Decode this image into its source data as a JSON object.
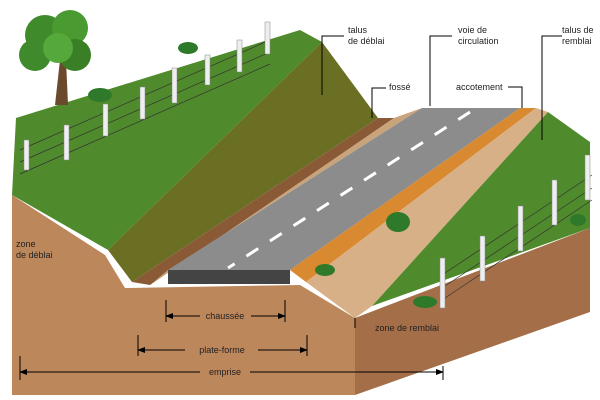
{
  "title": "Profil en travers d'une route",
  "labels": {
    "talus_deblai_1": "talus",
    "talus_deblai_2": "de déblai",
    "voie_1": "voie de",
    "voie_2": "circulation",
    "talus_remblai_1": "talus de",
    "talus_remblai_2": "remblai",
    "fosse": "fossé",
    "accotement": "accotement",
    "zone_deblai_1": "zone",
    "zone_deblai_2": "de déblai",
    "zone_remblai": "zone de remblai",
    "chaussee": "chaussée",
    "plate_forme": "plate-forme",
    "emprise": "emprise"
  },
  "colors": {
    "grass": "#4f8a2c",
    "slope": "#6b6f24",
    "soil_front": "#bd875c",
    "soil_side": "#a46f48",
    "asphalt": "#8c8c8c",
    "shoulder": "#d9892f",
    "ditch": "#c9a37a"
  }
}
